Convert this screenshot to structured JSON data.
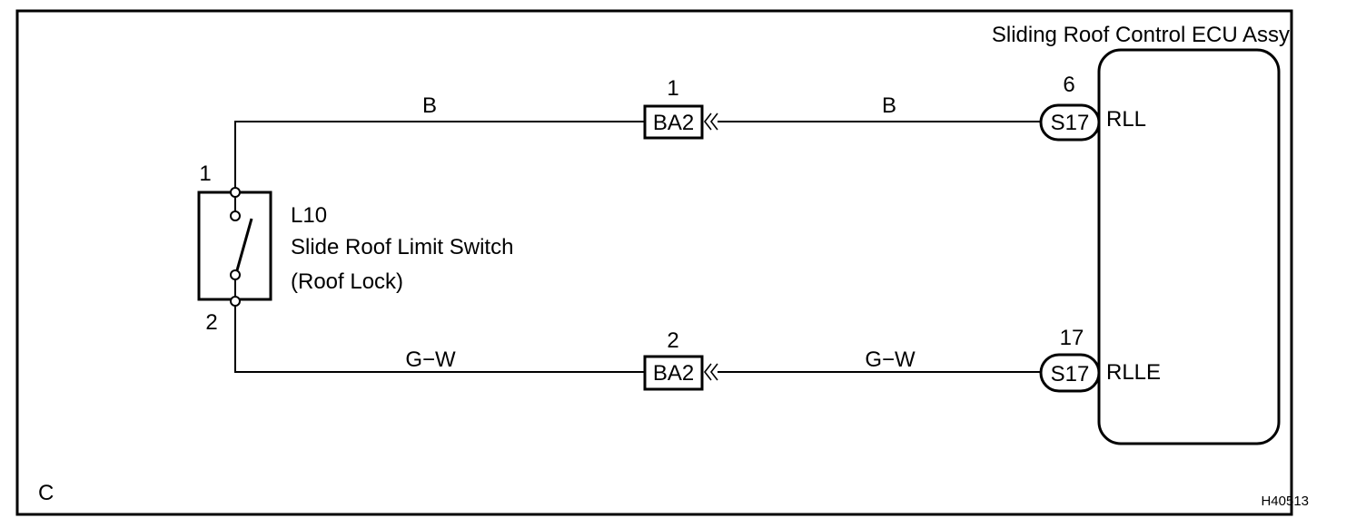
{
  "ecu": {
    "title": "Sliding Roof Control ECU Assy"
  },
  "switch": {
    "code": "L10",
    "name": "Slide Roof Limit Switch",
    "sub": "(Roof Lock)",
    "pin_top": "1",
    "pin_bottom": "2"
  },
  "wires": {
    "top": {
      "color_left": "B",
      "color_right": "B",
      "junction_pin": "1",
      "junction_label": "BA2",
      "ecu_pin": "6",
      "ecu_connector": "S17",
      "ecu_terminal": "RLL"
    },
    "bottom": {
      "color_left": "G−W",
      "color_right": "G−W",
      "junction_pin": "2",
      "junction_label": "BA2",
      "ecu_pin": "17",
      "ecu_connector": "S17",
      "ecu_terminal": "RLLE"
    }
  },
  "corner_letter": "C",
  "figure_code": "H40513"
}
